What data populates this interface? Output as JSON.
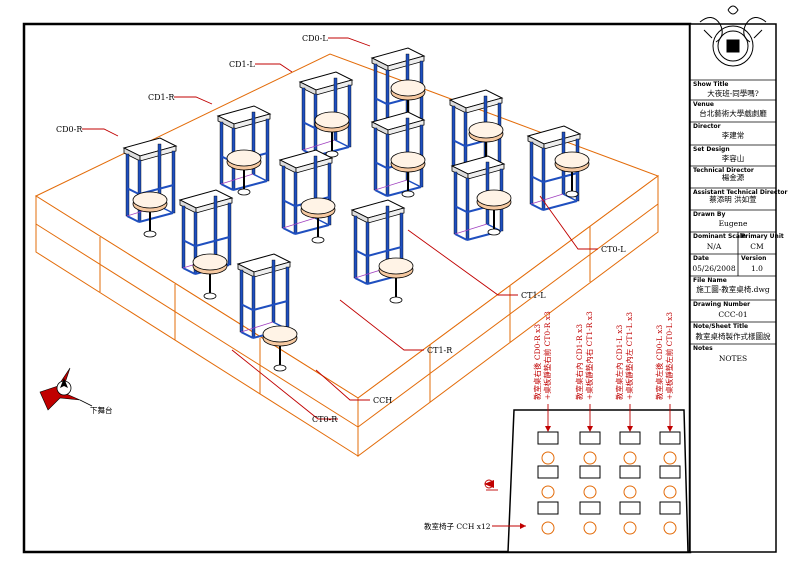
{
  "title_block": {
    "show_title_label": "Show Title",
    "show_title": "大夜班-同學嗎?",
    "venue_label": "Venue",
    "venue": "台北藝術大學戲劇廳",
    "director_label": "Director",
    "director": "李建常",
    "set_design_label": "Set Design",
    "set_design": "李容山",
    "technical_director_label": "Technical Director",
    "technical_director": "楊金源",
    "assistant_td_label": "Assistant Technical Director",
    "assistant_td": "蔡添明 洪如萱",
    "drawn_by_label": "Drawn By",
    "drawn_by": "Eugene",
    "dominant_scale_label": "Dominant Scale",
    "dominant_scale": "N/A",
    "primary_unit_label": "Primary Unit",
    "primary_unit": "CM",
    "date_label": "Date",
    "date": "05/26/2008",
    "version_label": "Version",
    "version": "1.0",
    "file_name_label": "File Name",
    "file_name": "施工圖-教室桌椅.dwg",
    "drawing_number_label": "Drawing Number",
    "drawing_number": "CCC-01",
    "note_sheet_title_label": "Note/Sheet Title",
    "note_sheet_title": "教室桌椅製作式樣圖說",
    "notes_label": "Notes",
    "notes": "NOTES"
  },
  "callouts": {
    "cd0_l": "CD0-L",
    "cd1_l": "CD1-L",
    "cd1_r": "CD1-R",
    "cd0_r": "CD0-R",
    "ct0_l": "CT0-L",
    "ct1_l": "CT1-L",
    "ct1_r": "CT1-R",
    "ct0_r": "CT0-R",
    "cch": "CCH"
  },
  "plan_notes": [
    {
      "line1": "教室桌右後 CD0-R x3",
      "line2": "+桌板靜墊右前 CT0-R x3"
    },
    {
      "line1": "教室桌右內 CD1-R x3",
      "line2": "+桌板靜墊內右 CT1-R x3"
    },
    {
      "line1": "教室桌左內 CD1-L x3",
      "line2": "+桌板靜墊內左 CT1-L x3"
    },
    {
      "line1": "教室桌左後 CD0-L x3",
      "line2": "+桌板靜墊左前 CT0-L x3"
    }
  ],
  "chair_note": "教室椅子 CCH x12",
  "compass_label": "下舞台",
  "colors": {
    "stage": "#e36c0a",
    "desk": "#1f4fbf",
    "leader": "#c00000"
  }
}
